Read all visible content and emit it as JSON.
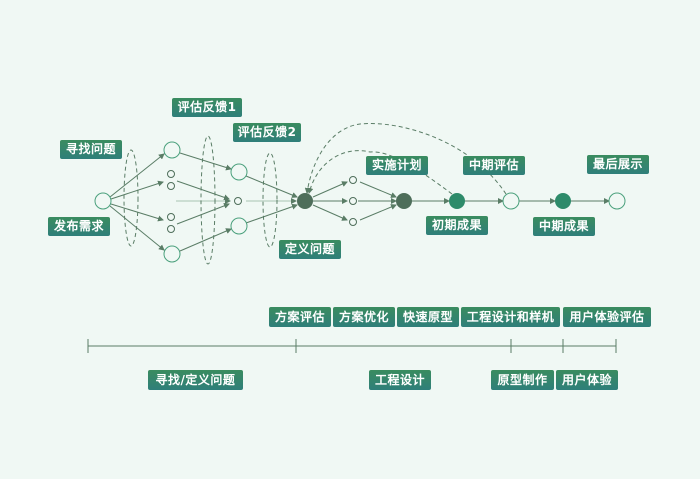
{
  "diagram": {
    "stage_labels": {
      "find_problem": "寻找问题",
      "publish_demand": "发布需求",
      "feedback_1": "评估反馈1",
      "feedback_2": "评估反馈2",
      "define_problem": "定义问题",
      "implementation_plan": "实施计划",
      "mid_evaluation": "中期评估",
      "final_show": "最后展示",
      "early_result": "初期成果",
      "mid_result": "中期成果"
    },
    "activities": [
      "方案评估",
      "方案优化",
      "快速原型",
      "工程设计和样机",
      "用户体验评估"
    ],
    "phases": [
      "寻找/定义问题",
      "工程设计",
      "原型制作",
      "用户体验"
    ],
    "colors": {
      "background": "#f0f8f4",
      "label": "#358670",
      "line": "#5a7d66",
      "dark_node": "#4e6e5a",
      "filled_node": "#2e8b6a",
      "hollow_node": "#4aa07c"
    }
  }
}
